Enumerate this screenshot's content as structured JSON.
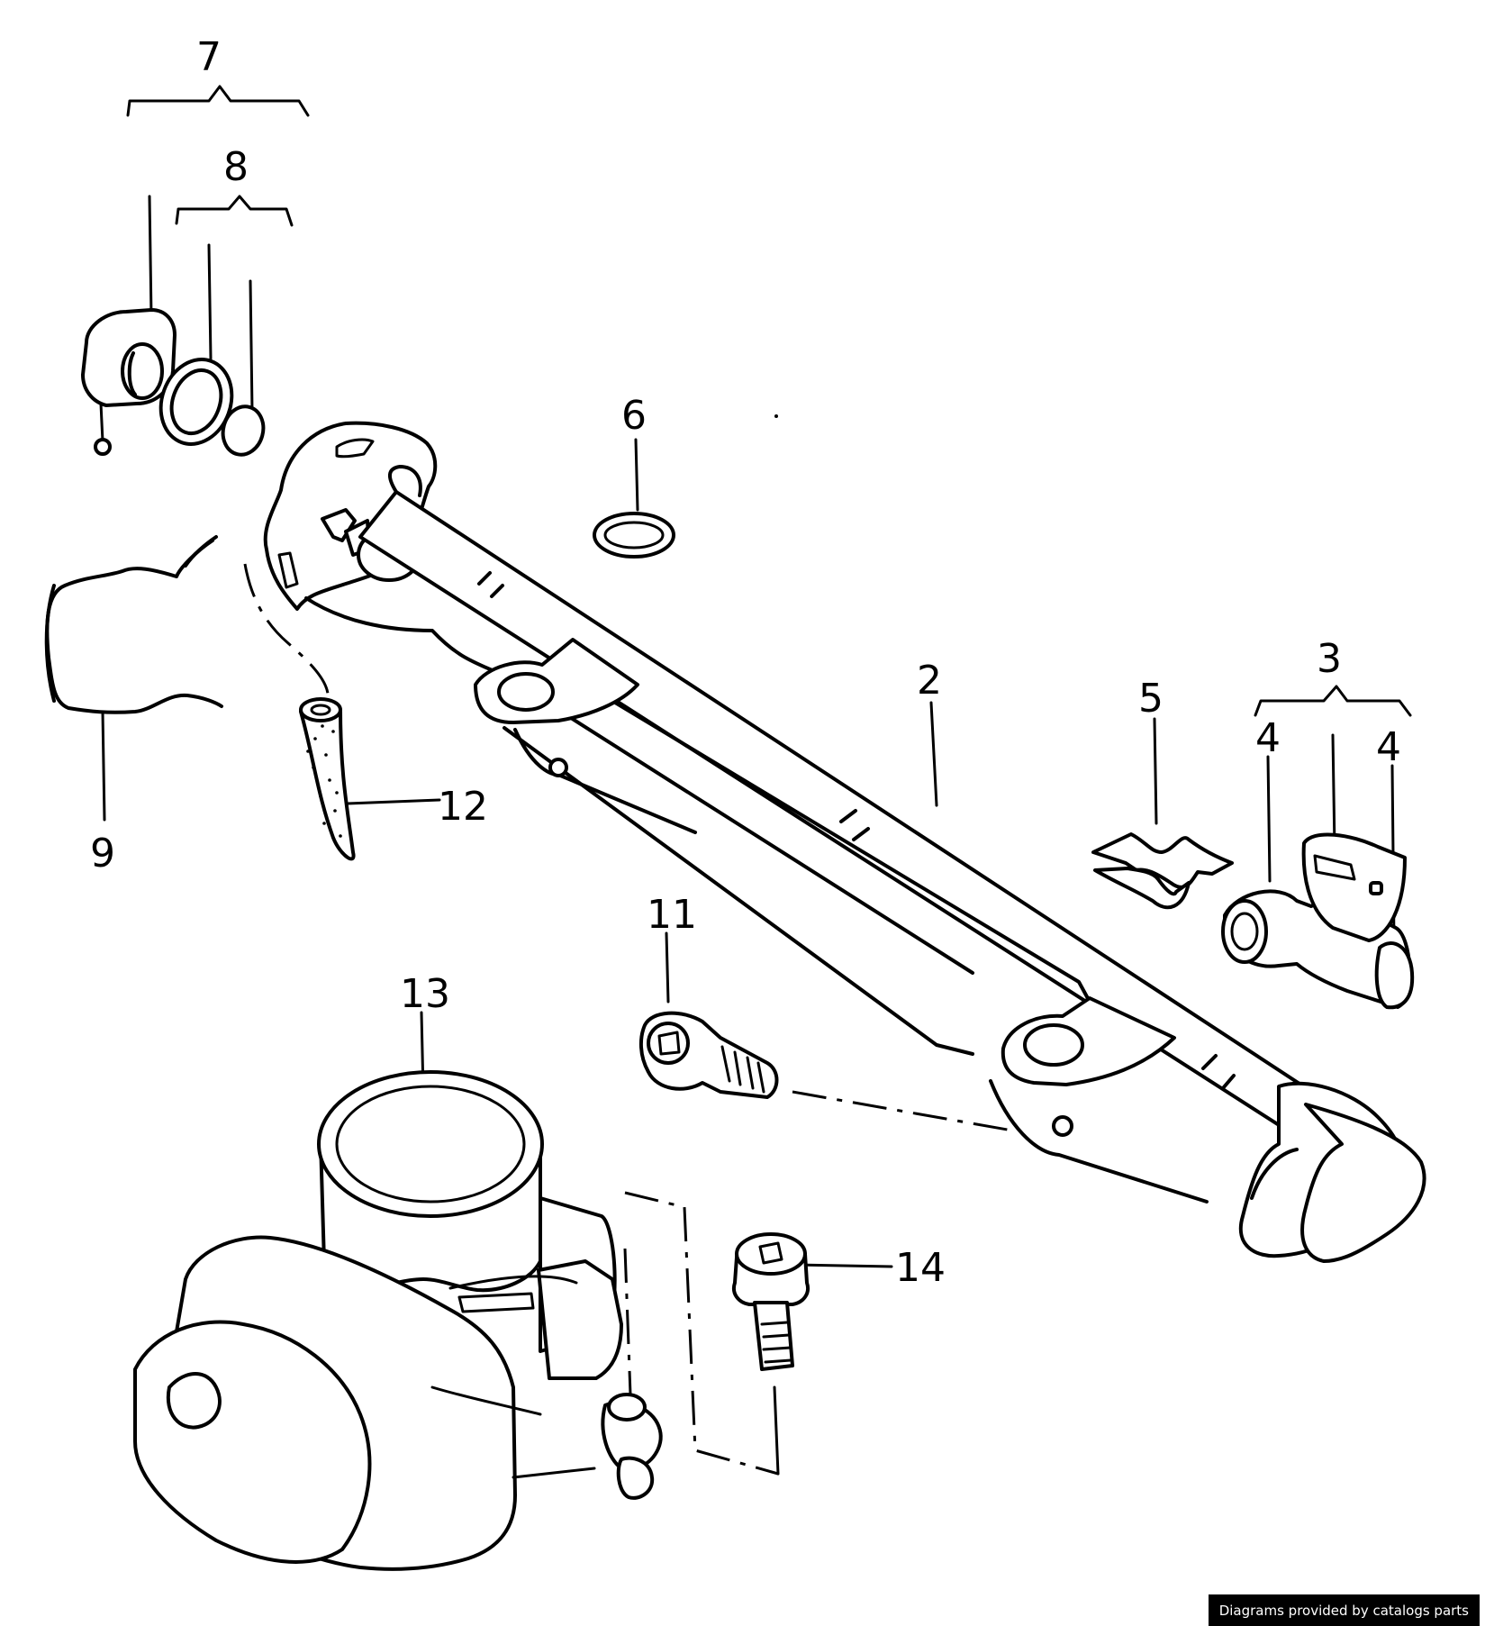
{
  "callouts": {
    "c2": "2",
    "c3": "3",
    "c4a": "4",
    "c4b": "4",
    "c5": "5",
    "c6": "6",
    "c7": "7",
    "c8": "8",
    "c9": "9",
    "c11": "11",
    "c12": "12",
    "c13": "13",
    "c14": "14"
  },
  "footer": {
    "credit": "Diagrams provided by catalogs parts"
  },
  "colors": {
    "line": "#000000",
    "background": "#ffffff",
    "badge_bg": "#000000",
    "badge_text": "#ffffff"
  }
}
